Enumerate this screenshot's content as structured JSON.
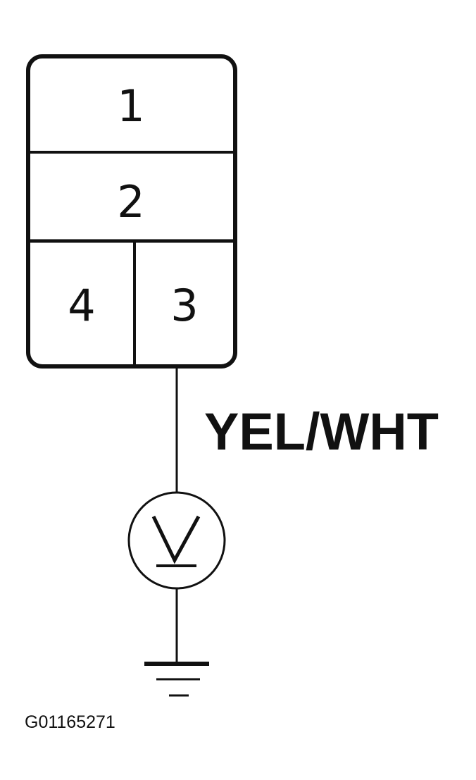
{
  "connector": {
    "pins": [
      {
        "label": "1"
      },
      {
        "label": "2"
      },
      {
        "label": "4"
      },
      {
        "label": "3"
      }
    ]
  },
  "wire": {
    "color_code": "YEL/WHT"
  },
  "meter": {
    "type": "voltmeter"
  },
  "figure": {
    "id": "G01165271"
  }
}
